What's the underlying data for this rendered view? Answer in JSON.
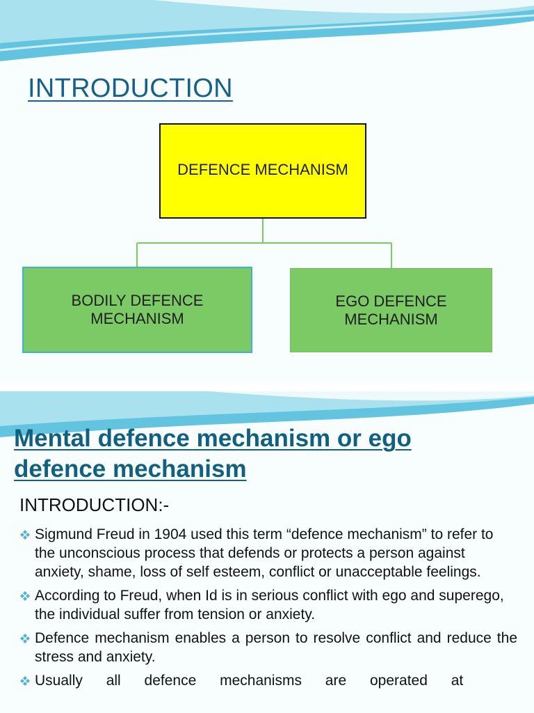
{
  "slide1": {
    "title": "INTRODUCTION",
    "root_node": "DEFENCE MECHANISM",
    "left_node": "BODILY DEFENCE\nMECHANISM",
    "right_node": "EGO DEFENCE\nMECHANISM"
  },
  "slide2": {
    "title": "Mental defence mechanism or ego defence mechanism",
    "intro_label": "INTRODUCTION:-",
    "bullets": [
      "Sigmund Freud in 1904 used this term “defence mechanism” to refer to the unconscious process that defends or protects a person against anxiety, shame, loss of self esteem, conflict or unacceptable feelings.",
      "According to Freud, when Id is in serious conflict with ego and superego, the individual suffer from tension or anxiety.",
      "Defence mechanism enables a person to resolve conflict and reduce the stress and anxiety.",
      "Usually all defence mechanisms are operated at"
    ]
  },
  "colors": {
    "title": "#17608a",
    "root_fill": "#ffff00",
    "child_fill": "#7cca65",
    "connector": "#7cca65",
    "bullet_icon": "#4fb3cf"
  },
  "icons": {
    "bullet": "diamond-bullet-icon"
  }
}
